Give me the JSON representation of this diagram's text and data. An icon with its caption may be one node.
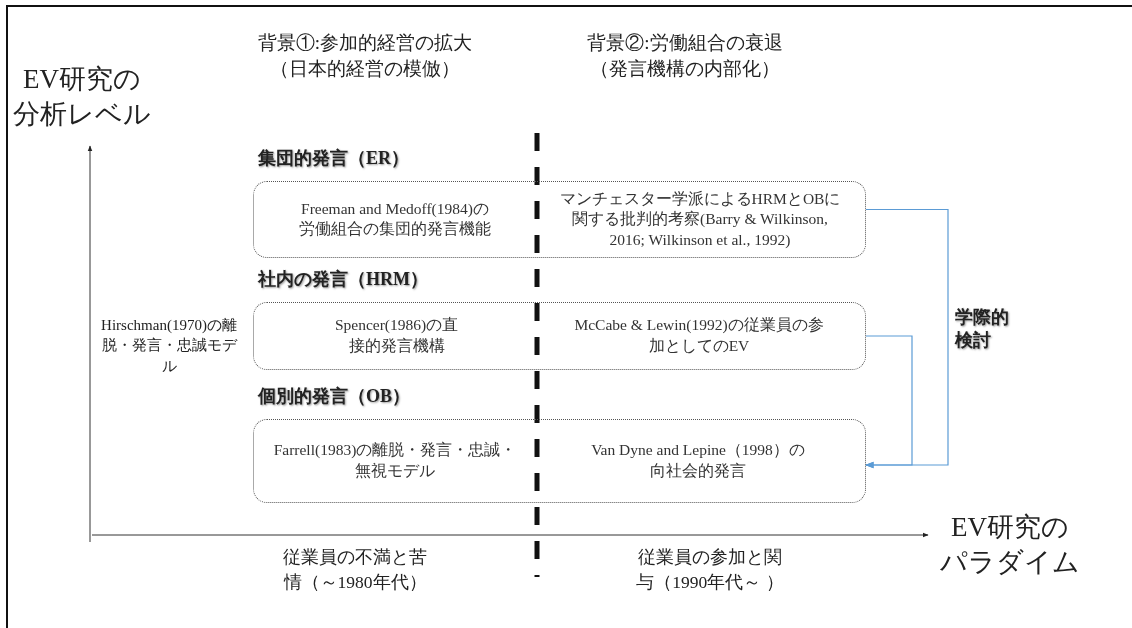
{
  "diagram": {
    "nodes": [
      {
        "text": [
          "集団的発言（ER）",
          "Freeman and Medoff(1984)の労働組合の集団的発言機能",
          "マンチェスター学派によるHRMとOBに関する批判的考察(Barry & Wilkinson, 2016; Wilkinson et al., 1992)"
        ]
      },
      {
        "text": [
          "社内の発言（HRM）",
          "Spencer(1986)の直接的発言機構",
          "McCabe & Lewin(1992)の従業員の参加としてのEV"
        ]
      },
      {
        "text": [
          "個別的発言（OB）",
          "Farrell(1983)の離脱・発言・忠誠・無視モデル",
          "Van Dyne and Lepine（1998）の向社会的発言"
        ]
      }
    ],
    "edges": [
      {
        "from": 0,
        "to": 2,
        "arrow": "to",
        "label": "学際的検討"
      },
      {
        "from": 1,
        "to": 2,
        "arrow": "to"
      }
    ],
    "labels": [
      "背景①:参加的経営の拡大（日本的経営の模倣）",
      "背景②:労働組合の衰退（発言機構の内部化）",
      "EV研究の分析レベル",
      "Hirschman(1970)の離脱・発言・忠誠モデル",
      "EV研究のパラダイム",
      "従業員の不満と苦情（～1980年代）",
      "従業員の参加と関与（1990年代～ ）"
    ]
  }
}
